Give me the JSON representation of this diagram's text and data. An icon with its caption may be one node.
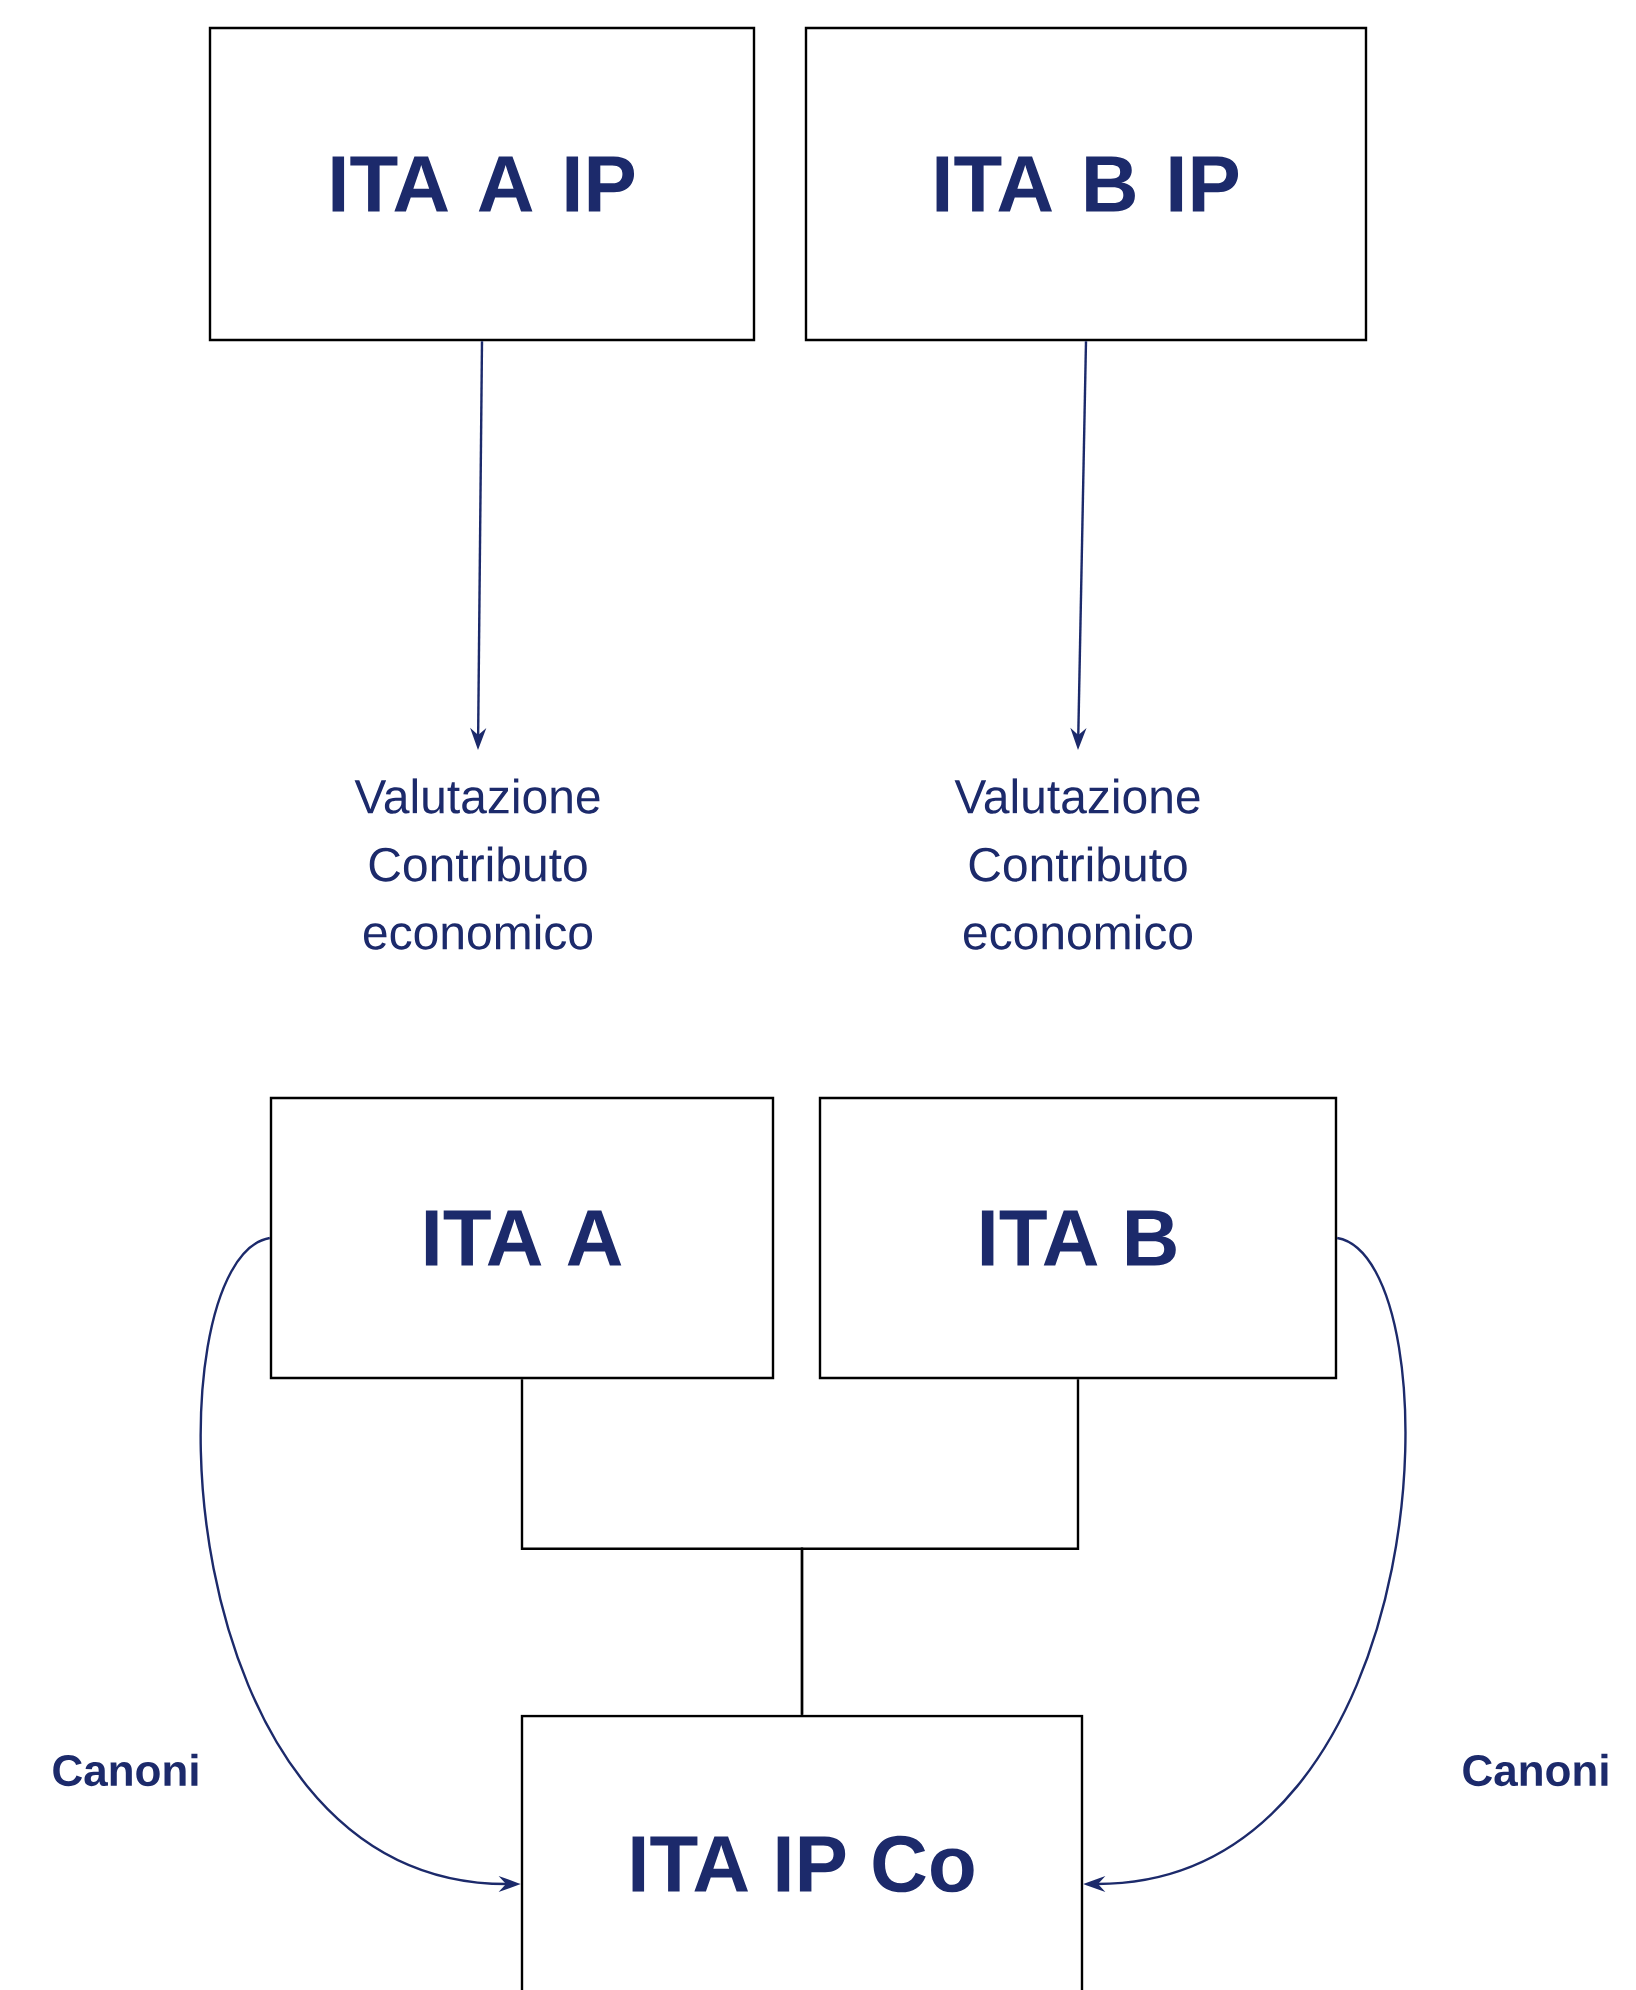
{
  "diagram": {
    "nodes": [
      {
        "text": [
          "ITA A IP"
        ]
      },
      {
        "text": [
          "ITA B IP"
        ]
      },
      {
        "text": [
          "Valutazione Contributo economico"
        ]
      },
      {
        "text": [
          "Valutazione Contributo economico"
        ]
      },
      {
        "text": [
          "ITA A"
        ]
      },
      {
        "text": [
          "ITA B"
        ]
      },
      {
        "text": [
          "ITA IP Co"
        ]
      }
    ],
    "edges": [
      {
        "from": 0,
        "to": 2,
        "arrow": "to"
      },
      {
        "from": 1,
        "to": 3,
        "arrow": "to"
      },
      {
        "from": 4,
        "to": 6,
        "arrow": "none",
        "color": "#000000"
      },
      {
        "from": 5,
        "to": 6,
        "arrow": "none",
        "color": "#000000"
      },
      {
        "from": 4,
        "to": 6,
        "arrow": "to",
        "label": "Canoni"
      },
      {
        "from": 5,
        "to": 6,
        "arrow": "to",
        "label": "Canoni"
      }
    ]
  }
}
